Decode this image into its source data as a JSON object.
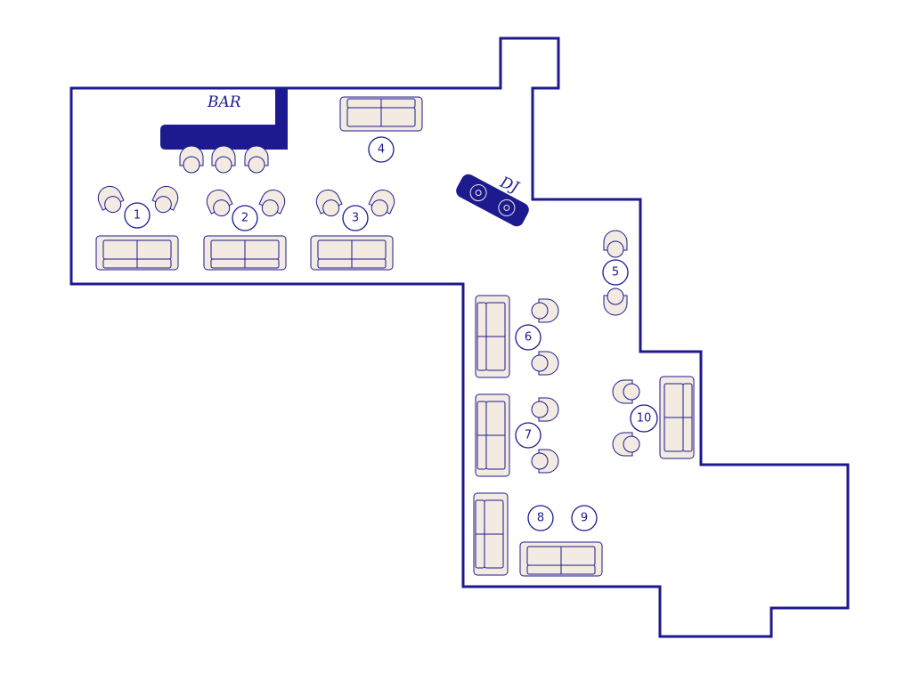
{
  "colors": {
    "line": "#1c1a8e",
    "furniture": "#f3ebe1",
    "background": "#ffffff"
  },
  "labels": {
    "bar": "BAR",
    "dj": "DJ"
  },
  "tables": [
    "1",
    "2",
    "3",
    "4",
    "5",
    "6",
    "7",
    "8",
    "9",
    "10"
  ]
}
